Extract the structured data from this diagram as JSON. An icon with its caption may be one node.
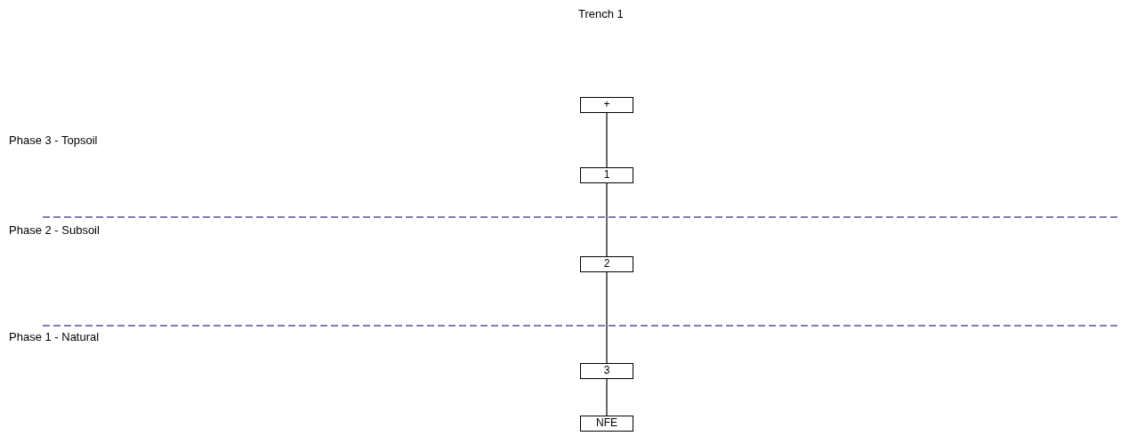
{
  "diagram": {
    "title": "Trench 1",
    "nodes": [
      {
        "text": [
          "+"
        ]
      },
      {
        "text": [
          "1"
        ]
      },
      {
        "text": [
          "2"
        ]
      },
      {
        "text": [
          "3"
        ]
      },
      {
        "text": [
          "NFE"
        ]
      }
    ],
    "edges": [
      {
        "from": 0,
        "to": 1,
        "arrow": "none"
      },
      {
        "from": 1,
        "to": 2,
        "arrow": "none"
      },
      {
        "from": 2,
        "to": 3,
        "arrow": "none"
      },
      {
        "from": 3,
        "to": 4,
        "arrow": "none"
      }
    ],
    "labels": [
      "Phase 3 - Topsoil",
      "Phase 2 - Subsoil",
      "Phase 1 - Natural"
    ]
  }
}
